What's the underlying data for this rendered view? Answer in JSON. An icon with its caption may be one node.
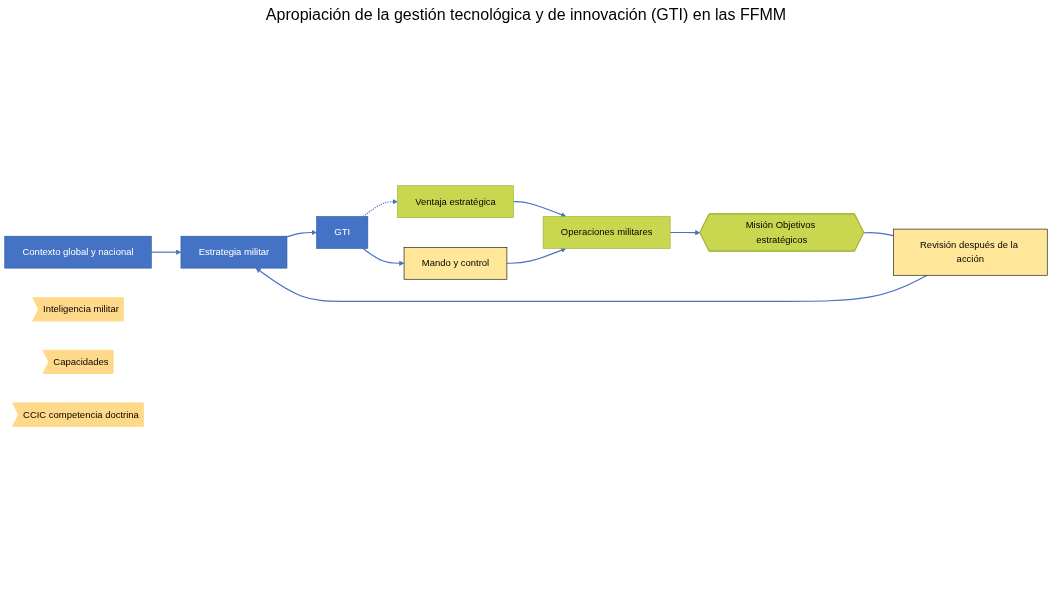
{
  "diagram": {
    "title": "Apropiación de la gestión tecnológica y de innovación (GTI) en las FFMM",
    "nodes": [
      {
        "text": [
          "Contexto global y nacional"
        ]
      },
      {
        "text": [
          "Estrategia militar"
        ]
      },
      {
        "text": [
          "GTI"
        ]
      },
      {
        "text": [
          "Inteligencia militar"
        ]
      },
      {
        "text": [
          "Capacidades"
        ]
      },
      {
        "text": [
          "CCIC competencia doctrina"
        ]
      },
      {
        "text": [
          "Ventaja estratégica"
        ]
      },
      {
        "text": [
          "Operaciones militares"
        ]
      },
      {
        "text": [
          "Misión Objetivos estratégicos"
        ]
      },
      {
        "text": [
          "Mando  y control"
        ]
      },
      {
        "text": [
          "Revisión después de la acción"
        ]
      }
    ],
    "edges": [
      {
        "from": 0,
        "to": 1,
        "arrow": "to"
      },
      {
        "from": 1,
        "to": 2,
        "arrow": "to"
      },
      {
        "from": 2,
        "to": 6,
        "arrow": "to",
        "style": "dashed"
      },
      {
        "from": 6,
        "to": 7,
        "arrow": "to"
      },
      {
        "from": 7,
        "to": 8,
        "arrow": "to"
      },
      {
        "from": 2,
        "to": 9,
        "arrow": "to"
      },
      {
        "from": 9,
        "to": 7,
        "arrow": "to"
      },
      {
        "from": 8,
        "to": 10,
        "arrow": "none"
      },
      {
        "from": 10,
        "to": 1,
        "arrow": "to"
      }
    ]
  }
}
